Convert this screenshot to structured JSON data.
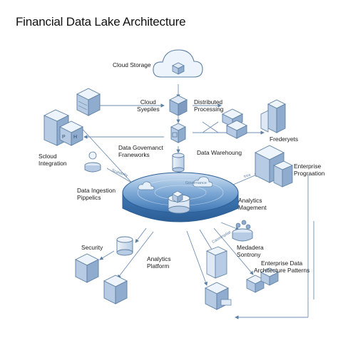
{
  "title": "Financial Data Lake Architecture",
  "nodes": {
    "cloud_storage": "Cloud Storage",
    "cloud_supplies": [
      "Cloud",
      "Syepiles"
    ],
    "distributed_processing": [
      "Distributed",
      "Processing"
    ],
    "data_governance": [
      "Data Govemanct",
      "Franeworks"
    ],
    "data_warehouse": "Data Warehoung",
    "frederyets": "Frederyets",
    "scloud_integration": [
      "Scloud",
      "Integration"
    ],
    "enterprise_programation": [
      "Enterprise",
      "Prograation"
    ],
    "data_ingestion": [
      "Data Ingestion",
      "Pippelics"
    ],
    "analytics_management": [
      "Analytics",
      "Magement"
    ],
    "metadata_sontrony": [
      "Medadera",
      "Sontrony"
    ],
    "security": "Security",
    "analytics_platform": [
      "Analytics",
      "Platform"
    ],
    "enterprise_patterns": [
      "Enterprise Data",
      "Architecture Patterns"
    ]
  },
  "edge_tags": {
    "scalability": "Scalabilty",
    "infra": "Inra",
    "governance": "Governance",
    "compliance": "Caommpliat"
  },
  "colors": {
    "line": "#5d7fa3",
    "fill_light": "#dfe9f5",
    "fill_mid": "#b7cce4",
    "fill_dark": "#7f9cc0",
    "lake": "#4f86bf"
  }
}
